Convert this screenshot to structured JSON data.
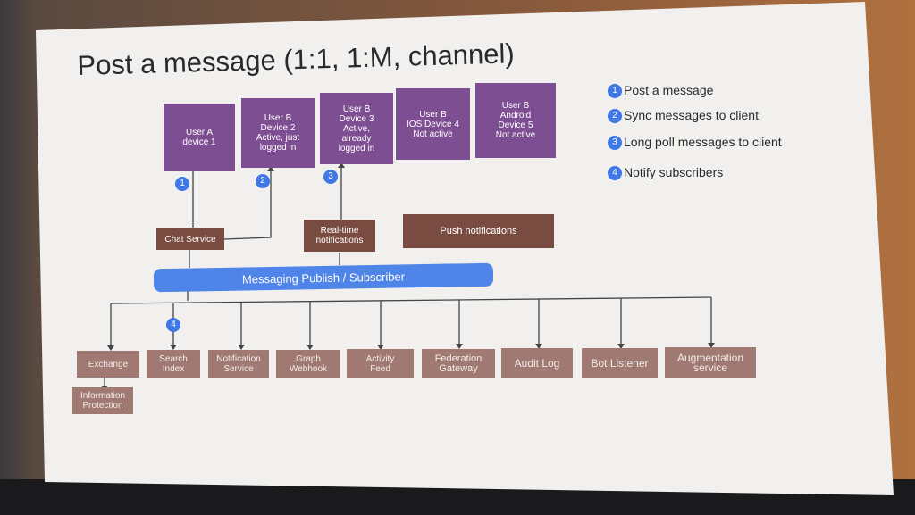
{
  "title": "Post a message (1:1, 1:M, channel)",
  "devices": [
    {
      "label": "User A\ndevice 1"
    },
    {
      "label": "User B\nDevice 2\nActive, just\nlogged in"
    },
    {
      "label": "User B\nDevice 3\nActive,\nalready\nlogged in"
    },
    {
      "label": "User B\nIOS Device 4\nNot active"
    },
    {
      "label": "User B\nAndroid\nDevice 5\nNot active"
    }
  ],
  "step_markers": [
    "1",
    "2",
    "3",
    "4"
  ],
  "services": {
    "chat_service": "Chat Service",
    "realtime_notifications": "Real-time\nnotifications",
    "push_notifications": "Push notifications"
  },
  "bus_label": "Messaging Publish / Subscriber",
  "subscribers": [
    {
      "label": "Exchange"
    },
    {
      "label": "Search\nIndex"
    },
    {
      "label": "Notification\nService"
    },
    {
      "label": "Graph\nWebhook"
    },
    {
      "label": "Activity\nFeed"
    },
    {
      "label": "Federation\nGateway"
    },
    {
      "label": "Audit Log"
    },
    {
      "label": "Bot Listener"
    },
    {
      "label": "Augmentation\nservice"
    }
  ],
  "information_protection": "Information\nProtection",
  "legend": [
    {
      "num": "1",
      "text": "Post a message"
    },
    {
      "num": "2",
      "text": "Sync messages to client"
    },
    {
      "num": "3",
      "text": "Long poll messages to client"
    },
    {
      "num": "4",
      "text": "Notify subscribers"
    }
  ]
}
